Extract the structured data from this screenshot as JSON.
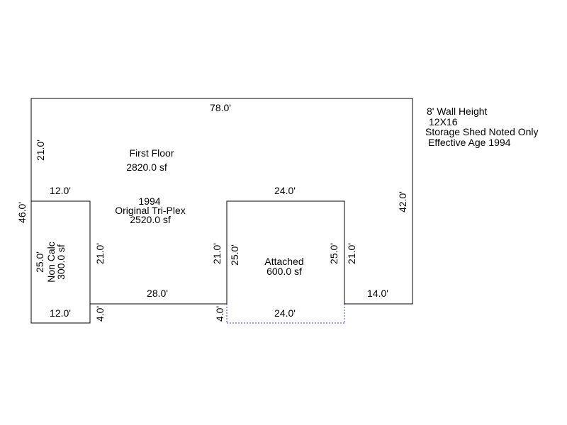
{
  "areas": {
    "first_floor": {
      "name": "First Floor",
      "area": "2820.0 sf"
    },
    "original": {
      "year": "1994",
      "name": "Original Tri-Plex",
      "area": "2520.0 sf"
    },
    "attached": {
      "name": "Attached",
      "area": "600.0 sf"
    },
    "non_calc": {
      "name": "Non Calc",
      "area": "300.0 sf"
    }
  },
  "dimensions": {
    "top": "78.0'",
    "left_upper": "21.0'",
    "left_total": "46.0'",
    "right_total": "42.0'",
    "noncalc_top": "12.0'",
    "noncalc_bottom": "12.0'",
    "noncalc_side": "25.0'",
    "noncalc_right": "21.0'",
    "noncalc_step": "4.0'",
    "mid_bottom": "28.0'",
    "attached_top": "24.0'",
    "attached_left_outer": "21.0'",
    "attached_left_inner": "25.0'",
    "attached_right_inner": "25.0'",
    "attached_right_outer": "21.0'",
    "attached_step": "4.0'",
    "attached_bottom": "24.0'",
    "right_bottom": "14.0'"
  },
  "notes": {
    "line1": "8' Wall Height",
    "line2": "12X16",
    "line3": "Storage Shed Noted Only",
    "line4": "Effective Age 1994"
  },
  "colors": {
    "line": "#000000",
    "dashed_edge": "#3a3ad0"
  }
}
